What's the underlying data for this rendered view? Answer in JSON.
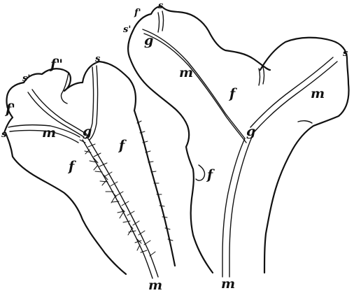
{
  "figure": {
    "labels": {
      "left_s_top": "s",
      "left_f_top": "f\"",
      "left_s_left": "s'",
      "left_f_left": "f'",
      "left_s_edge": "s",
      "left_m": "m",
      "left_g": "g",
      "left_f_center": "f",
      "left_f_right": "f",
      "left_m_bottom": "m",
      "right_s_left": "s'",
      "right_f_small": "f'",
      "right_s_top": "s",
      "right_g_top": "g",
      "right_m": "m",
      "right_f_center": "f",
      "right_s_right": "s",
      "right_m_right": "m",
      "right_g_mid": "g",
      "right_f_lower": "f",
      "right_m_bottom": "m"
    }
  }
}
